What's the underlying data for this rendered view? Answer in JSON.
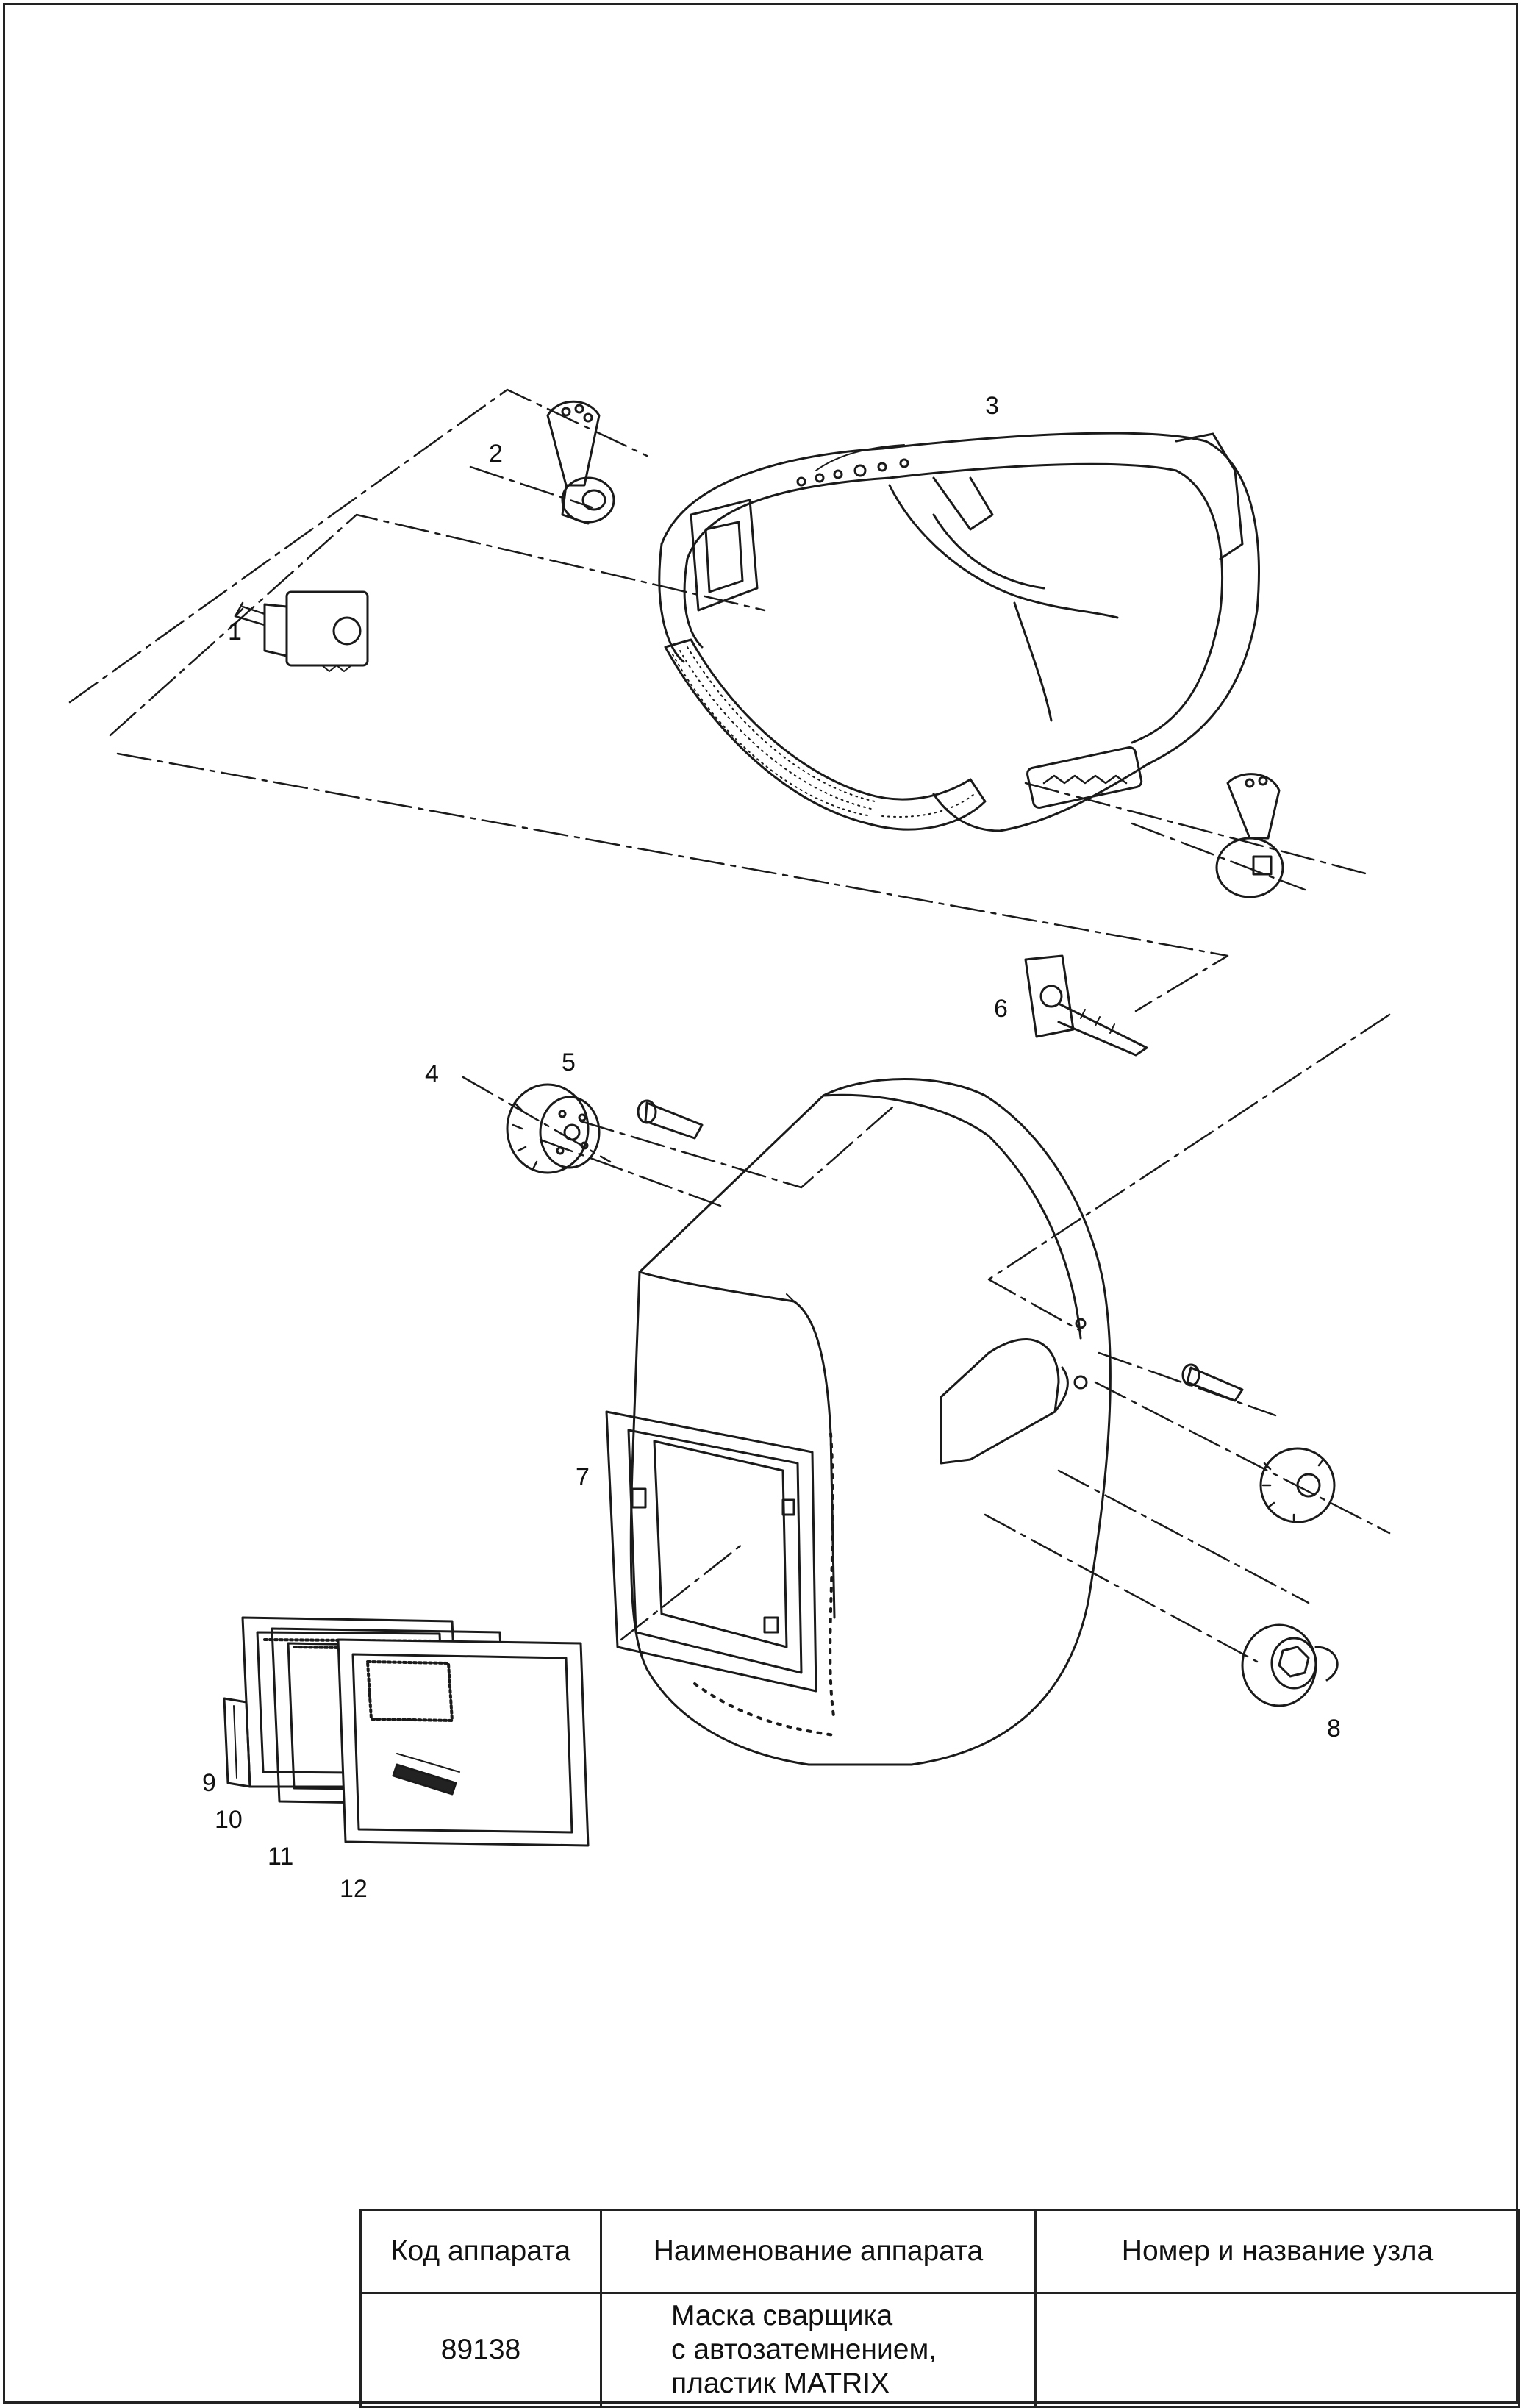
{
  "callouts": {
    "c1": "1",
    "c2": "2",
    "c3": "3",
    "c4": "4",
    "c5": "5",
    "c6": "6",
    "c7": "7",
    "c8": "8",
    "c9": "9",
    "c10": "10",
    "c11": "11",
    "c12": "12"
  },
  "title_block": {
    "headers": {
      "code": "Код аппарата",
      "name": "Наименование аппарата",
      "unit": "Номер и название узла"
    },
    "row": {
      "code": "89138",
      "name_lines": [
        "Маска сварщика",
        "с автозатемнением,",
        "пластик MATRIX"
      ],
      "unit": ""
    }
  }
}
